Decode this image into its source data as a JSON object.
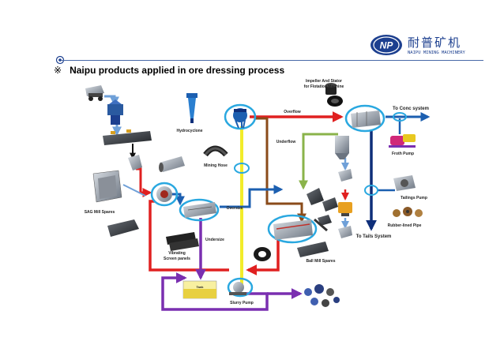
{
  "brand": {
    "logo_letters": "NP",
    "name_cn": "耐普矿机",
    "name_en": "NAIPU MINING MACHINERY"
  },
  "heading": {
    "bullet": "※",
    "title": "Naipu products applied in ore dressing process"
  },
  "labels": {
    "impeller_stator": "Impeller And Stator",
    "impeller_stator_2": "for Flotation Machine",
    "hydrocyclone": "Hydrocyclone",
    "overflow": "Overflow",
    "underflow": "Underflow",
    "to_conc": "To Conc system",
    "froth_pump": "Froth Pump",
    "mining_hose": "Mining Hose",
    "tailings_pump": "Tailings Pump",
    "sag_spares": "SAG Mill Spares",
    "oversize": "Oversize",
    "rubber_pipe": "Rubber-lined Pipe",
    "to_tails": "To Tails System",
    "undersize": "Undersize",
    "vibrating": "Vibrating",
    "screen_panels": "Screen panels",
    "ball_mill_spares": "Ball Mill Spares",
    "tank": "Tank",
    "slurry_pump": "Slurry Pump"
  },
  "colors": {
    "red": "#e02020",
    "purple": "#7a2fb0",
    "blue": "#1c5fb0",
    "brown": "#8a4b1a",
    "green": "#8ab34a",
    "yellow": "#f2ec2a",
    "navy": "#0f2f7a",
    "ring": "#2aa8e0",
    "brand": "#1c3f8f"
  }
}
